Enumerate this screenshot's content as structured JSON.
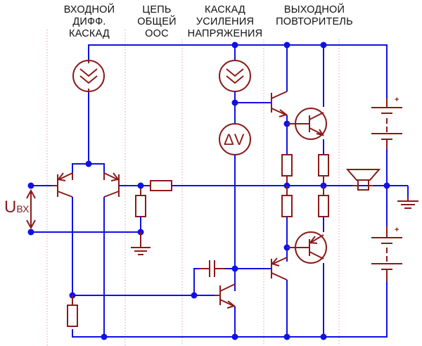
{
  "headers": {
    "input_stage": [
      "ВХОДНОЙ",
      "ДИФФ.",
      "КАСКАД"
    ],
    "feedback": [
      "ЦЕПЬ",
      "ОБЩЕЙ",
      "ООС"
    ],
    "vas": [
      "КАСКАД",
      "УСИЛЕНИЯ",
      "НАПРЯЖЕНИЯ"
    ],
    "output": [
      "ВЫХОДНОЙ",
      "ПОВТОРИТЕЛЬ"
    ]
  },
  "labels": {
    "u_main": "U",
    "u_sub": "ВХ",
    "delta_v": "ΔV",
    "plus_top": "+",
    "plus_bottom": "+"
  },
  "colors": {
    "wire": "#1010e8",
    "component": "#8b1a1a",
    "separator": "#e3a0a0",
    "text": "#111111"
  }
}
